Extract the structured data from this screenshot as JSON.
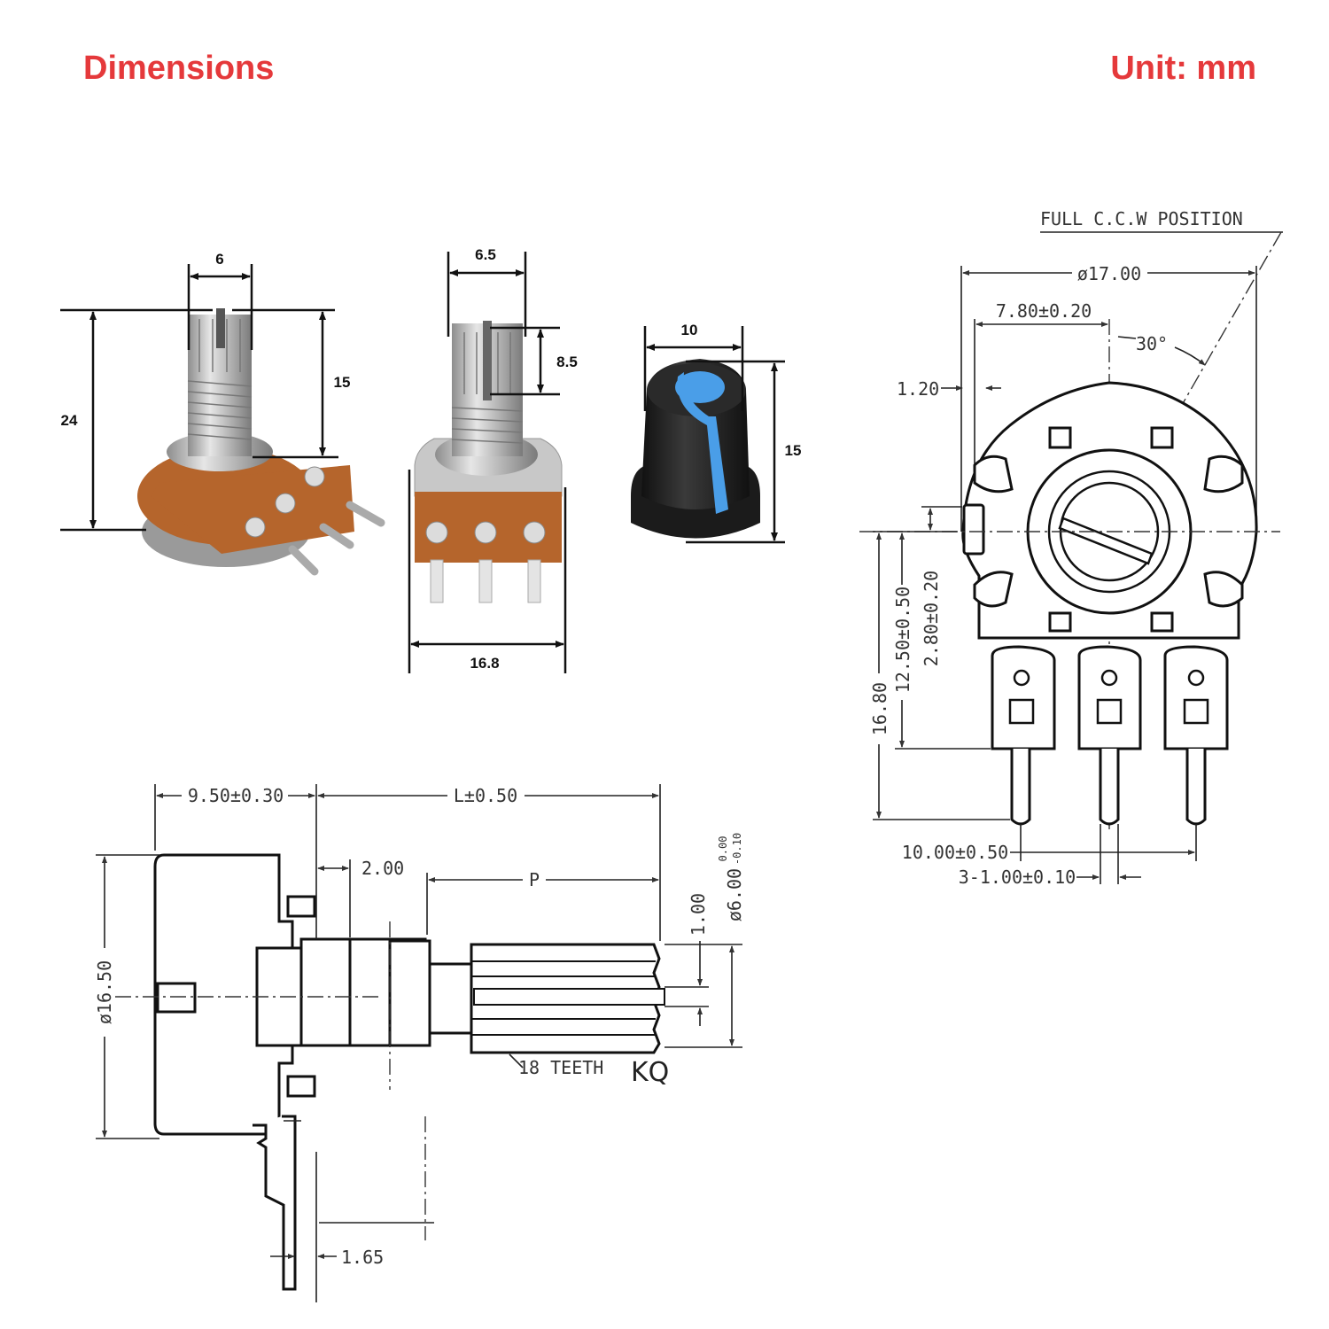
{
  "header": {
    "title": "Dimensions",
    "unit": "Unit: mm"
  },
  "photo_dims": {
    "shaft_dia": "6",
    "total_height": "24",
    "shaft_height": "15",
    "shaft_dia_2": "6.5",
    "knurl_len": "8.5",
    "body_width": "16.8",
    "knob_dia": "10",
    "knob_height": "15"
  },
  "side_view": {
    "body_depth": "9.50±0.30",
    "shaft_len": "L±0.50",
    "bushing": "2.00",
    "knurl": "P",
    "slot": "1.00",
    "shaft_dia": "ø6.00",
    "shaft_tol_upper": "0.00",
    "shaft_tol_lower": "-0.10",
    "body_dia": "ø16.50",
    "teeth": "18 TEETH",
    "model": "KQ",
    "terminal": "1.65"
  },
  "front_view": {
    "ccw_label": "FULL C.C.W POSITION",
    "outer_dia": "ø17.00",
    "offset": "7.80±0.20",
    "angle": "30°",
    "lug": "1.20",
    "h_total": "16.80",
    "h_mid": "12.50±0.50",
    "h_small": "2.80±0.20",
    "pin_pitch": "10.00±0.50",
    "pin_width": "3-1.00±0.10"
  },
  "colors": {
    "accent": "#e5393b",
    "pcb": "#b5652c",
    "knob_blue": "#4a9ee8",
    "knob_black": "#1e1e1e"
  }
}
